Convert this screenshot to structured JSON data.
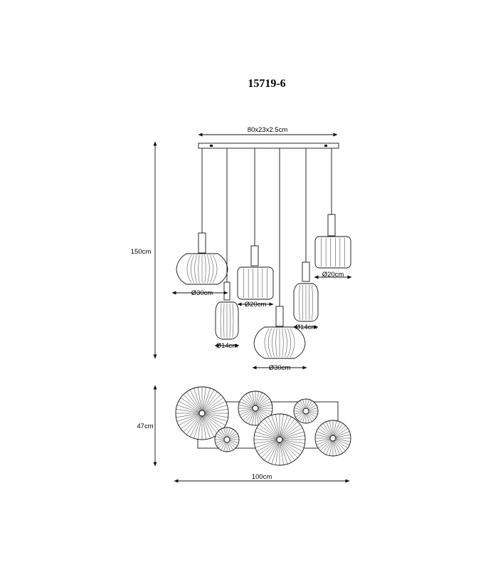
{
  "product_code": "15719-6",
  "dimensions": {
    "canopy": "80x23x2.5cm",
    "height": "150cm",
    "depth": "47cm",
    "width": "100cm"
  },
  "shade_labels": {
    "large_left": "Ø30cm",
    "small_left": "Ø14cm",
    "mid_left": "Ø20cm",
    "large_center": "Ø30cm",
    "small_right": "Ø14cm",
    "mid_right": "Ø20cm"
  }
}
